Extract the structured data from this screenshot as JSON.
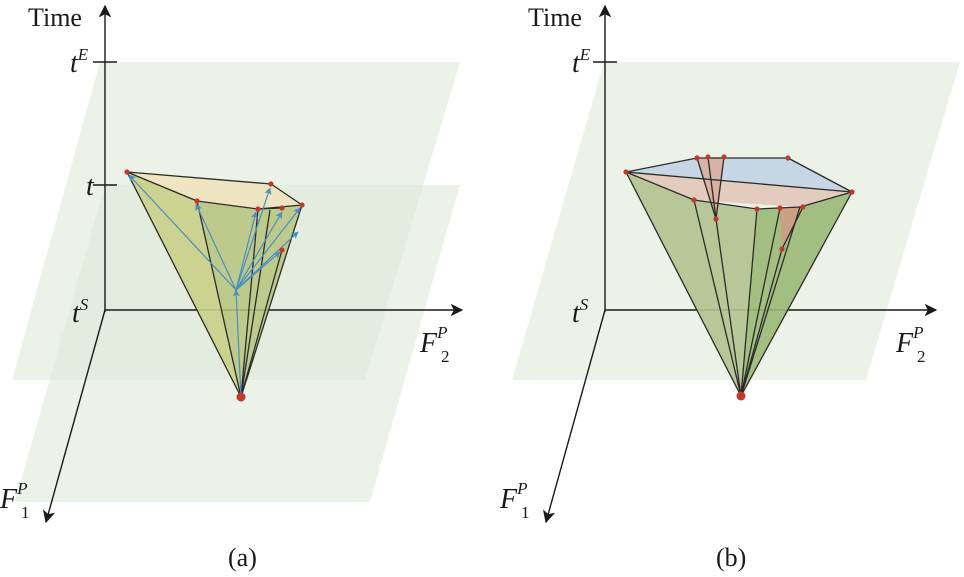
{
  "panels": [
    {
      "caption": "(a)",
      "labels": {
        "time_axis": "Time",
        "tE_main": "t",
        "tE_sup": "E",
        "t_main": "t",
        "tS_main": "t",
        "tS_sup": "S",
        "f2_main": "F",
        "f2_sup": "P",
        "f2_sub": "2",
        "f1_main": "F",
        "f1_sup": "P",
        "f1_sub": "1"
      }
    },
    {
      "caption": "(b)",
      "labels": {
        "time_axis": "Time",
        "tE_main": "t",
        "tE_sup": "E",
        "tS_main": "t",
        "tS_sup": "S",
        "f2_main": "F",
        "f2_sup": "P",
        "f2_sub": "2",
        "f1_main": "F",
        "f1_sup": "P",
        "f1_sub": "1"
      }
    }
  ],
  "colors": {
    "plane": "#dde8d6",
    "cone_yellow": "#c9cf86",
    "cone_green": "#9ab876",
    "top_face": "#f0e3bf",
    "top_face_blue": "#c3d3e4",
    "top_face_pink": "#e2c4b6",
    "arrow": "#4a8fbf",
    "vertex": "#c0392b"
  },
  "icons": [
    "axis-arrow-icon"
  ]
}
